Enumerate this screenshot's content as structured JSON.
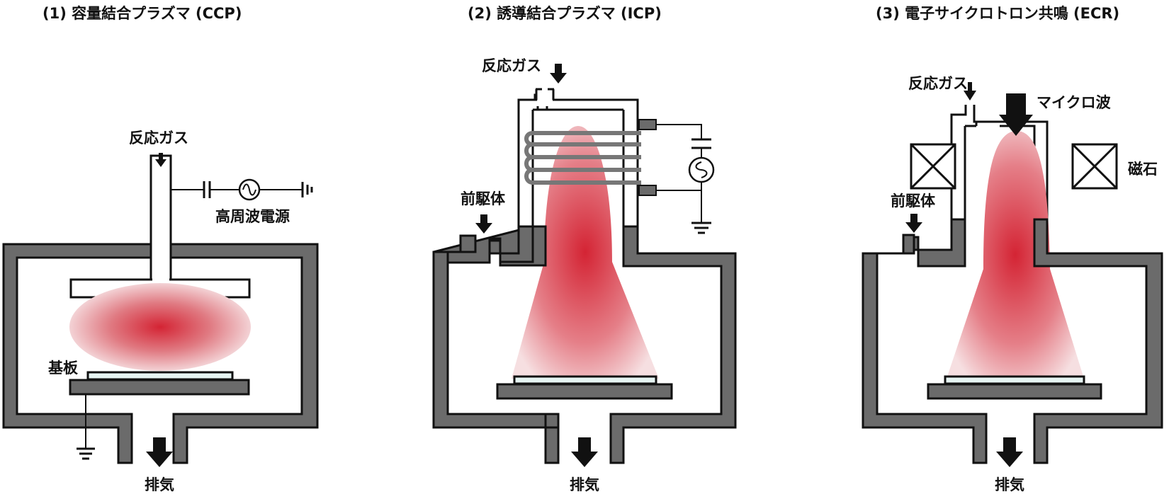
{
  "panels": [
    {
      "title": "(1) 容量結合プラズマ (CCP)",
      "labels": {
        "gas": "反応ガス",
        "rf": "高周波電源",
        "substrate": "基板",
        "exhaust": "排気"
      }
    },
    {
      "title": "(2) 誘導結合プラズマ (ICP)",
      "labels": {
        "gas": "反応ガス",
        "precursor": "前駆体",
        "exhaust": "排気"
      }
    },
    {
      "title": "(3) 電子サイクロトロン共鳴 (ECR)",
      "labels": {
        "gas": "反応ガス",
        "microwave": "マイクロ波",
        "magnet": "磁石",
        "precursor": "前駆体",
        "exhaust": "排気"
      }
    }
  ],
  "colors": {
    "plasma": "#d42434",
    "wall": "#6b6b6b",
    "substrate": "#e6f4f2"
  },
  "icons": [
    "ac-source-icon",
    "ground-icon",
    "capacitor-icon",
    "magnet-icon",
    "arrow-down-icon"
  ]
}
